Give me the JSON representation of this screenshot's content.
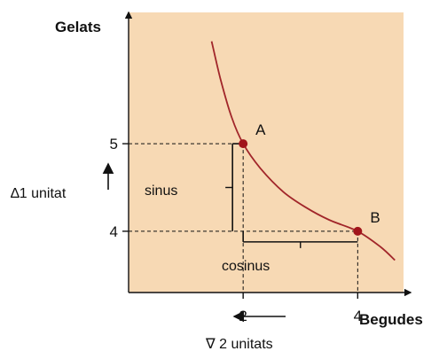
{
  "chart_data": {
    "type": "line",
    "xlabel": "Begudes",
    "ylabel": "Gelats",
    "x_ticks": [
      {
        "value": 2,
        "label": "2"
      },
      {
        "value": 4,
        "label": "4"
      }
    ],
    "y_ticks": [
      {
        "value": 5,
        "label": "5"
      },
      {
        "value": 4,
        "label": "4"
      }
    ],
    "xlim": [
      0,
      4.8
    ],
    "ylim": [
      3.3,
      6.5
    ],
    "grid": false,
    "curve": {
      "x": [
        1.45,
        1.6,
        1.8,
        2.0,
        2.3,
        2.7,
        3.1,
        3.5,
        4.0,
        4.4,
        4.65
      ],
      "y": [
        6.17,
        5.75,
        5.3,
        5.0,
        4.72,
        4.45,
        4.27,
        4.13,
        4.0,
        3.82,
        3.67
      ],
      "color": "#a1262a"
    },
    "points": [
      {
        "label": "A",
        "x": 2,
        "y": 5
      },
      {
        "label": "B",
        "x": 4,
        "y": 4
      }
    ],
    "annotations": {
      "sine": "sinus",
      "cosine": "cosinus",
      "delta_y": "∆1 unitat",
      "delta_x": "∇ 2 unitats"
    },
    "colors": {
      "plot_background": "#f7d9b4",
      "curve": "#a1262a",
      "point": "#a1151b"
    }
  }
}
